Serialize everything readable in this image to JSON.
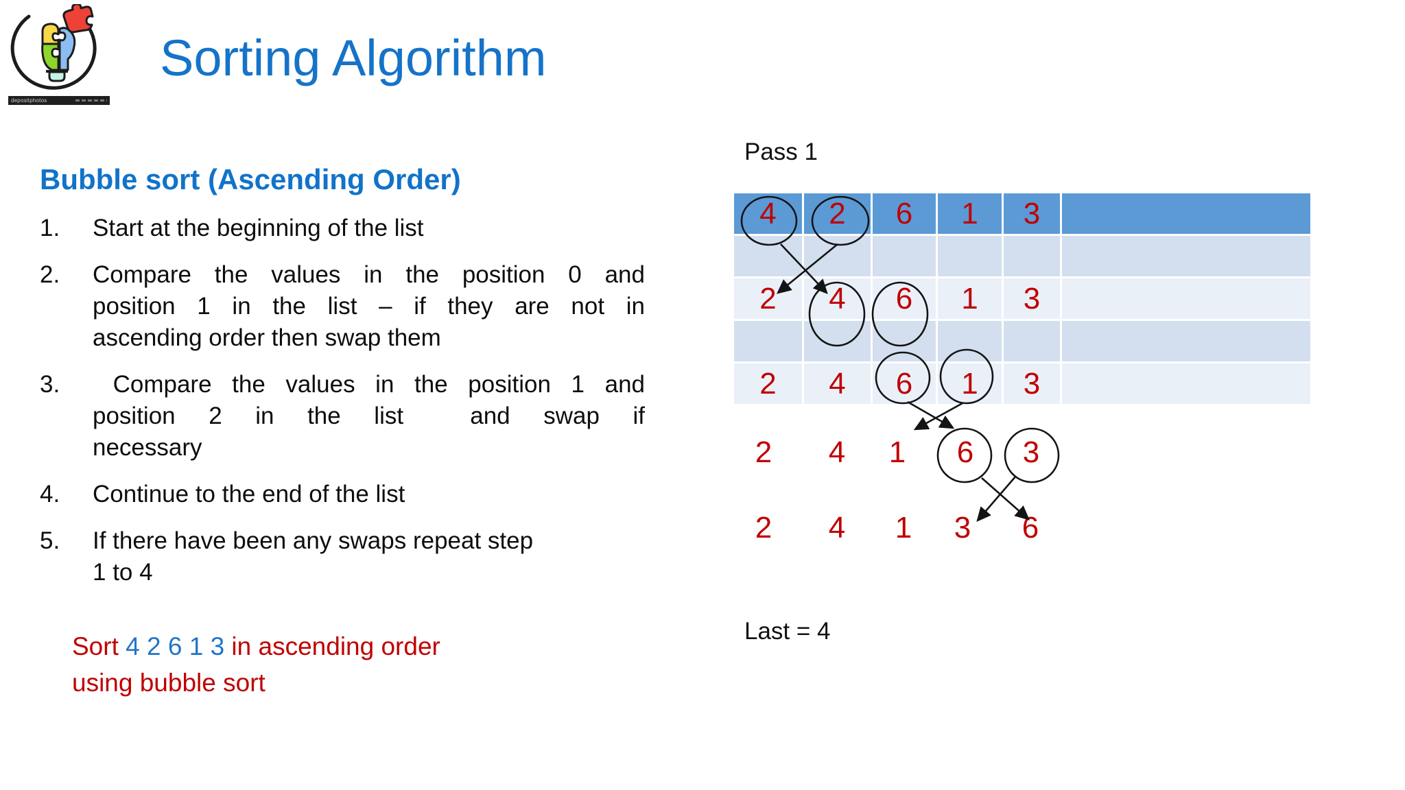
{
  "slide": {
    "title": "Sorting Algorithm",
    "logo": {
      "watermark": "depositphotos"
    }
  },
  "content": {
    "heading": "Bubble sort (Ascending Order)",
    "steps": [
      {
        "num": "1.",
        "justify": false,
        "lines": [
          "Start at the beginning of the list"
        ]
      },
      {
        "num": "2.",
        "justify": true,
        "lines": [
          "Compare the values in the position 0 and",
          "position 1 in the list – if they are not in",
          "ascending order then swap them"
        ]
      },
      {
        "num": "3.",
        "justify": true,
        "lines": [
          " Compare the values in the position 1 and",
          "position 2 in the list  and swap if",
          "necessary"
        ]
      },
      {
        "num": "4.",
        "justify": false,
        "lines": [
          "Continue to the end of the list"
        ]
      },
      {
        "num": "5.",
        "justify": false,
        "lines": [
          "If there have been any swaps repeat step",
          "1 to 4"
        ]
      }
    ],
    "prompt": {
      "prefix": "Sort ",
      "numbers": "4 2 6 1 3",
      "suffix": " in ascending order",
      "suffix2": "using bubble sort"
    }
  },
  "diagram": {
    "pass_label": "Pass 1",
    "last_label": "Last = 4",
    "table_rows": [
      {
        "type": "header",
        "values": [
          "4",
          "2",
          "6",
          "1",
          "3",
          ""
        ],
        "circled": [
          0,
          1
        ]
      },
      {
        "type": "mid",
        "values": [
          "",
          "",
          "",
          "",
          "",
          ""
        ],
        "circled": []
      },
      {
        "type": "light",
        "values": [
          "2",
          "4",
          "6",
          "1",
          "3",
          ""
        ],
        "circled": [
          1,
          2
        ]
      },
      {
        "type": "mid",
        "values": [
          "",
          "",
          "",
          "",
          "",
          ""
        ],
        "circled": []
      },
      {
        "type": "light",
        "values": [
          "2",
          "4",
          "6",
          "1",
          "3",
          ""
        ],
        "circled": [
          2,
          3
        ]
      }
    ],
    "free_rows": [
      {
        "values": [
          "2",
          "4",
          "1",
          "6",
          "3"
        ],
        "circled": [
          3,
          4
        ]
      },
      {
        "values": [
          "2",
          "4",
          "1",
          "3",
          "6"
        ],
        "circled": []
      }
    ],
    "swaps": [
      {
        "pair": "4 ↔ 2"
      },
      {
        "pair": "6 ↔ 1"
      },
      {
        "pair": "6 ↔ 3"
      }
    ]
  },
  "colors": {
    "title_blue": "#1573c8",
    "heading_blue": "#1173c9",
    "prompt_red": "#c00000",
    "prompt_num_blue": "#2175c8",
    "table_header_blue": "#5b9ad5",
    "table_mid_blue": "#d3dfee",
    "table_light_blue": "#eaf0f8",
    "number_red": "#c00000",
    "line_black": "#141414"
  }
}
